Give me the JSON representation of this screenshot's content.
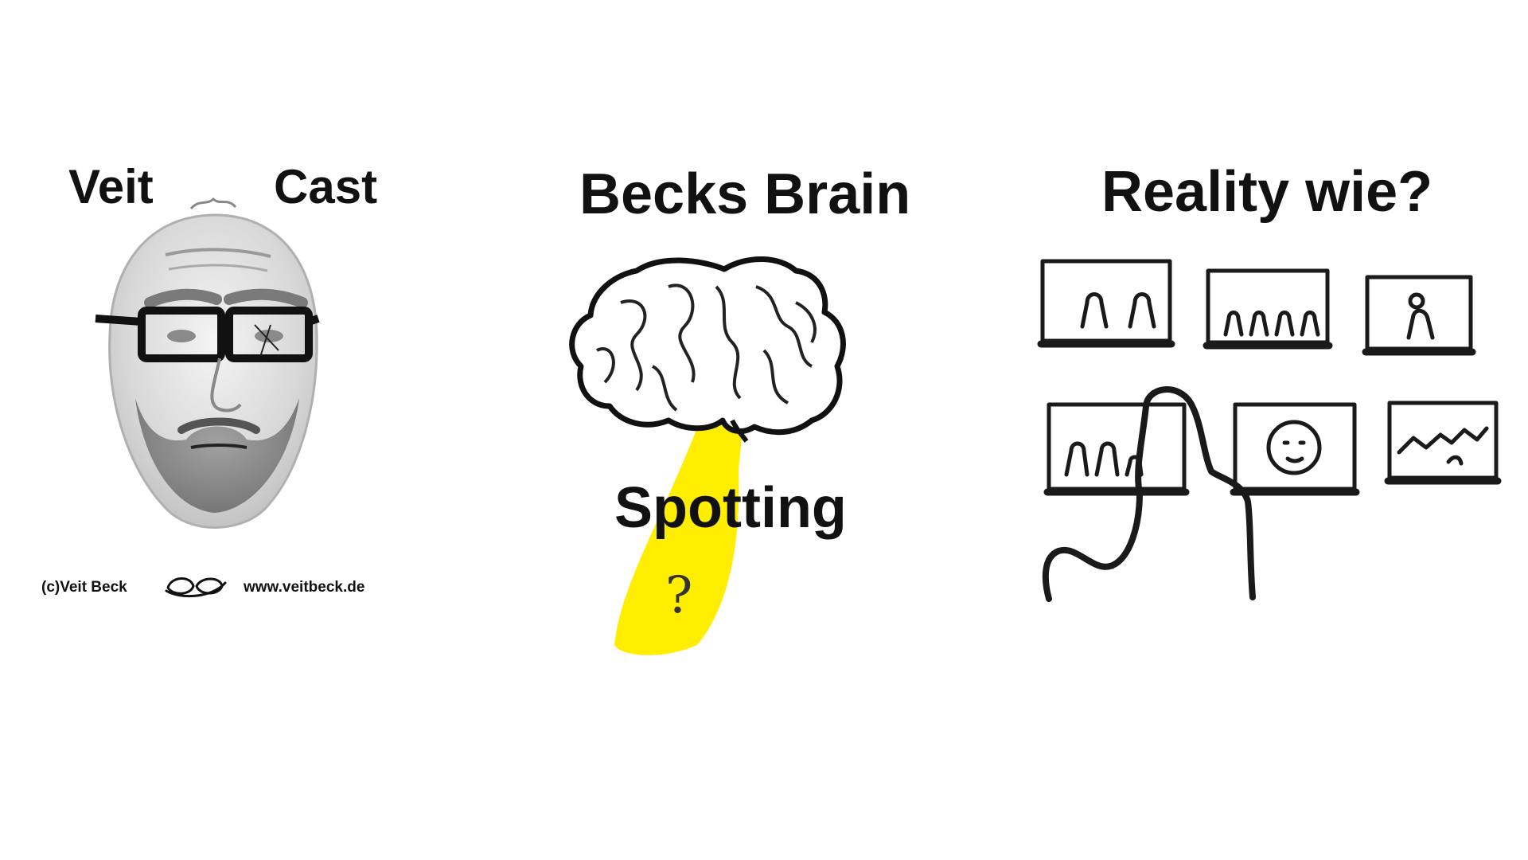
{
  "left_panel": {
    "title_left": "Veit",
    "title_right": "Cast",
    "copyright": "(c)Veit Beck",
    "website": "www.veitbeck.de",
    "signature_icon": "signature-glasses-icon"
  },
  "middle_panel": {
    "title": "Becks Brain",
    "subtitle": "Spotting",
    "spotlight_color": "#ffee00",
    "question_mark": "?"
  },
  "right_panel": {
    "title": "Reality wie?",
    "scene_icon": "hand-with-screens-sketch"
  }
}
